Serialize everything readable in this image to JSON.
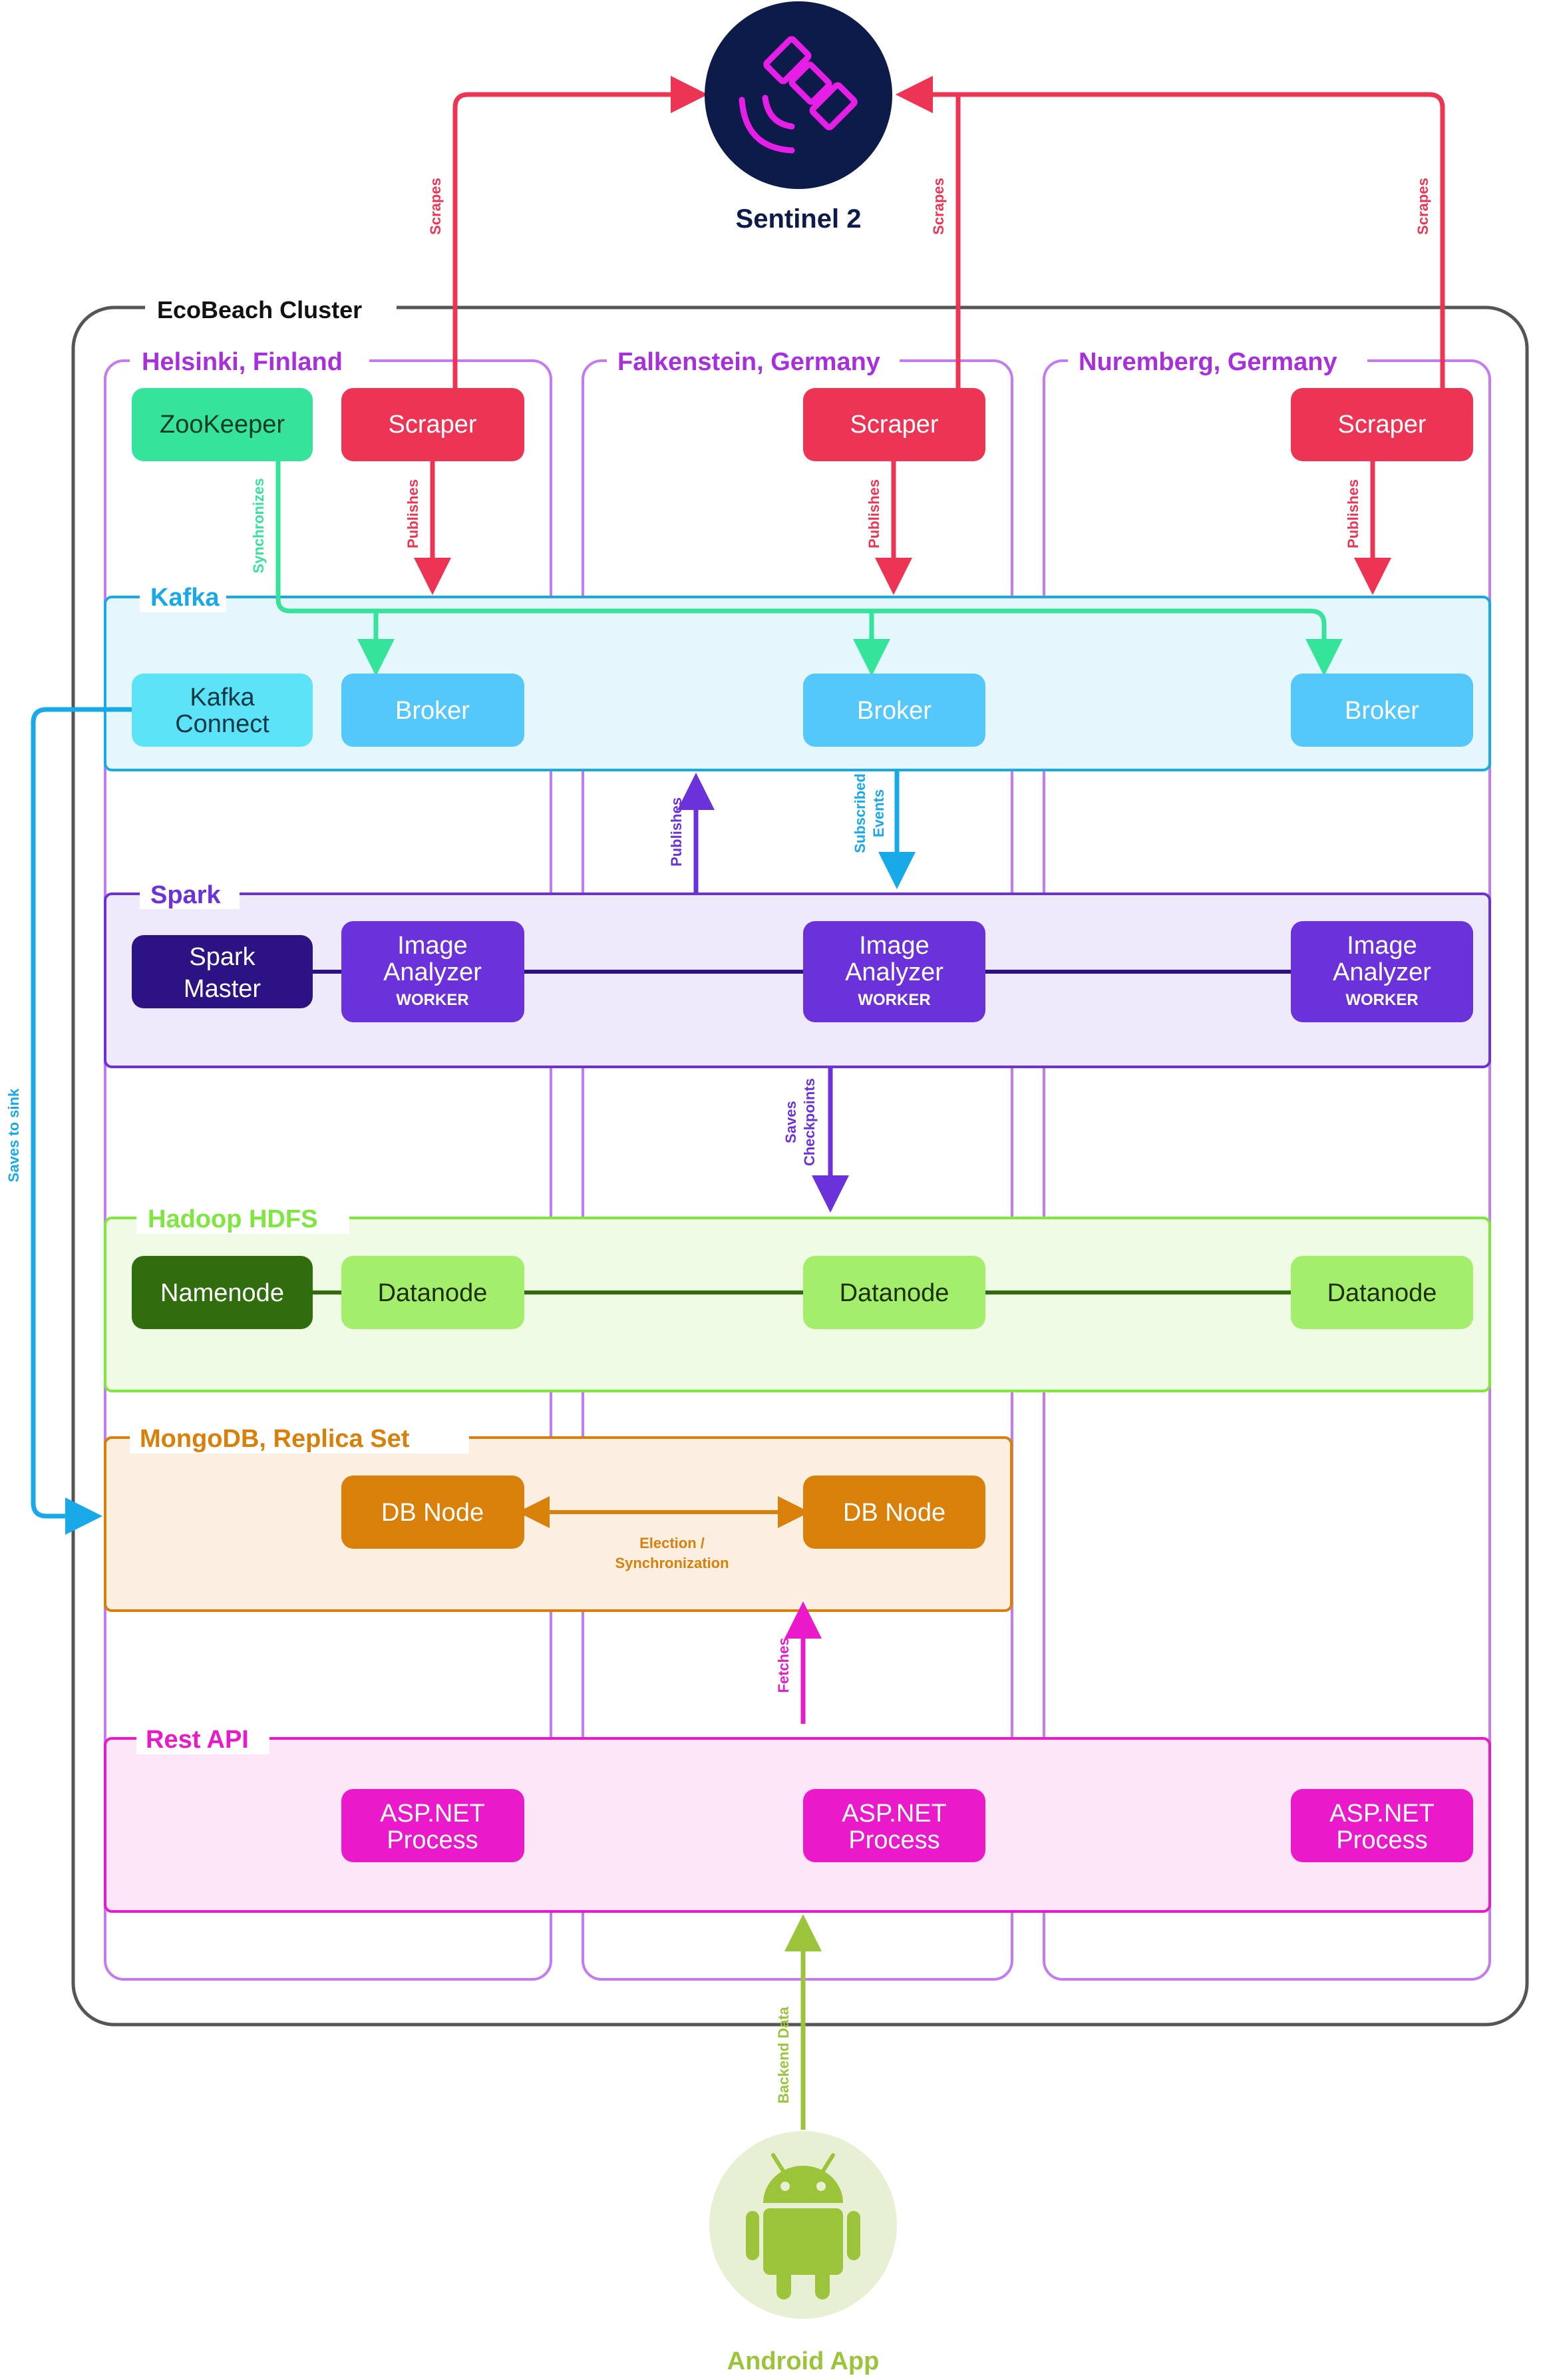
{
  "satellite": {
    "label": "Sentinel 2",
    "icon": "satellite-icon"
  },
  "android": {
    "label": "Android App",
    "icon": "android-icon"
  },
  "cluster": {
    "title": "EcoBeach Cluster"
  },
  "regions": {
    "helsinki": "Helsinki, Finland",
    "falkenstein": "Falkenstein, Germany",
    "nuremberg": "Nuremberg, Germany"
  },
  "bands": {
    "kafka": "Kafka",
    "spark": "Spark",
    "hdfs": "Hadoop HDFS",
    "mongo": "MongoDB, Replica Set",
    "rest": "Rest API"
  },
  "nodes": {
    "zookeeper": "ZooKeeper",
    "scraper_helsinki": "Scraper",
    "scraper_falkenstein": "Scraper",
    "scraper_nuremberg": "Scraper",
    "kafka_connect": [
      "Kafka",
      "Connect"
    ],
    "broker_helsinki": "Broker",
    "broker_falkenstein": "Broker",
    "broker_nuremberg": "Broker",
    "spark_master": [
      "Spark",
      "Master"
    ],
    "image_analyzer": [
      "Image",
      "Analyzer"
    ],
    "worker_tag": "WORKER",
    "namenode": "Namenode",
    "datanode_helsinki": "Datanode",
    "datanode_falkenstein": "Datanode",
    "datanode_nuremberg": "Datanode",
    "db_node_1": "DB Node",
    "db_node_2": "DB Node",
    "aspnet": [
      "ASP.NET",
      "Process"
    ]
  },
  "edges": {
    "scrapes": "Scrapes",
    "publishes": "Publishes",
    "synchronizes": "Synchronizes",
    "saves_to_sink": "Saves to sink",
    "spark_publishes": "Publishes",
    "subscribed_events": [
      "Subscribed",
      "Events"
    ],
    "saves_checkpoints": [
      "Saves",
      "Checkpoints"
    ],
    "election": [
      "Election /",
      "Synchronization"
    ],
    "fetches": "Fetches",
    "backend_data": "Backend Data"
  },
  "colors": {
    "navy": "#0d1b4b",
    "magenta": "#e61ee6",
    "red": "#ee3454",
    "zookeeper_green": "#35e39a",
    "kafka_blue": "#18a9e9",
    "kafka_connect": "#5de3f7",
    "broker": "#55c8fb",
    "spark_purple": "#6b32dc",
    "spark_master": "#2d1283",
    "worker": "#6b32dc",
    "hdfs_green": "#7ee63e",
    "namenode": "#2f6d0d",
    "datanode": "#a3ee6a",
    "mongo_orange": "#d88009",
    "rest_pink": "#ea19c9",
    "region_border": "#c47af0",
    "android_green": "#9bc43a"
  }
}
